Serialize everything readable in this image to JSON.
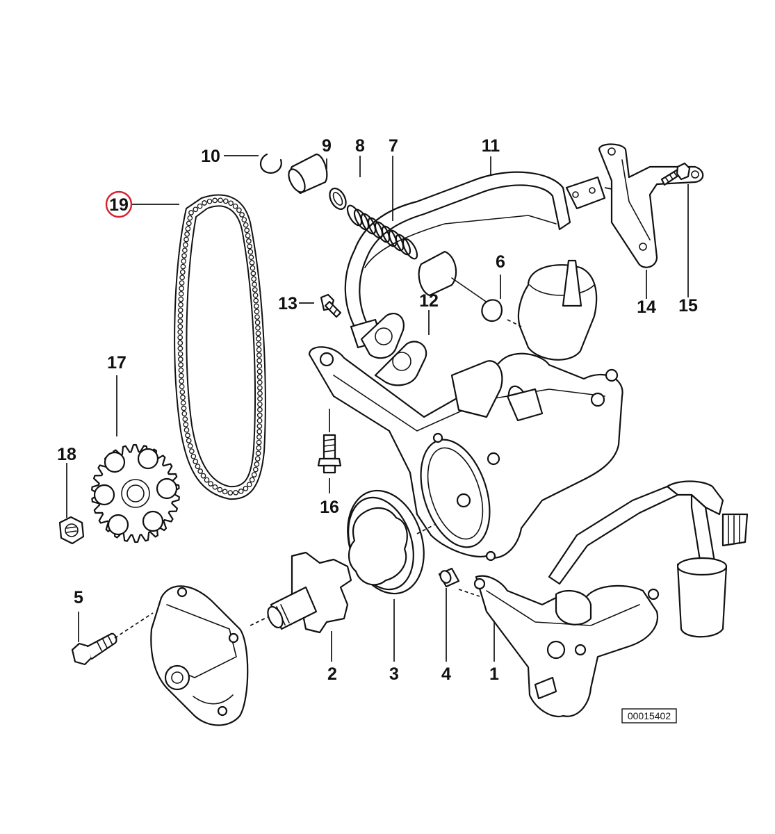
{
  "diagram": {
    "reference_number": "00015402",
    "highlight_color": "#d8202a",
    "callouts": [
      {
        "id": "c1",
        "label": "1"
      },
      {
        "id": "c2",
        "label": "2"
      },
      {
        "id": "c3",
        "label": "3"
      },
      {
        "id": "c4",
        "label": "4"
      },
      {
        "id": "c5",
        "label": "5"
      },
      {
        "id": "c6",
        "label": "6"
      },
      {
        "id": "c7",
        "label": "7"
      },
      {
        "id": "c8",
        "label": "8"
      },
      {
        "id": "c9",
        "label": "9"
      },
      {
        "id": "c10",
        "label": "10"
      },
      {
        "id": "c11",
        "label": "11"
      },
      {
        "id": "c12",
        "label": "12"
      },
      {
        "id": "c13",
        "label": "13"
      },
      {
        "id": "c14",
        "label": "14"
      },
      {
        "id": "c15",
        "label": "15"
      },
      {
        "id": "c16",
        "label": "16"
      },
      {
        "id": "c17",
        "label": "17"
      },
      {
        "id": "c18",
        "label": "18"
      },
      {
        "id": "c19",
        "label": "19",
        "highlighted": true
      }
    ]
  }
}
